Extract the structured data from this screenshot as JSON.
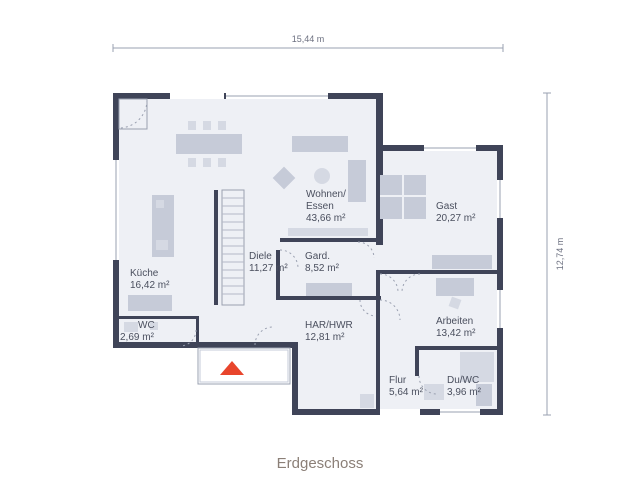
{
  "plan": {
    "width_dimension": "15,44 m",
    "height_dimension": "12,74 m",
    "floor_name": "Erdgeschoss",
    "rooms": [
      {
        "id": "wohnen",
        "name": "Wohnen/",
        "name2": "Essen",
        "area": "43,66 m²"
      },
      {
        "id": "gast",
        "name": "Gast",
        "area": "20,27 m²"
      },
      {
        "id": "diele",
        "name": "Diele",
        "area": "11,27 m²"
      },
      {
        "id": "gard",
        "name": "Gard.",
        "area": "8,52 m²"
      },
      {
        "id": "kueche",
        "name": "Küche",
        "area": "16,42 m²"
      },
      {
        "id": "arbeiten",
        "name": "Arbeiten",
        "area": "13,42 m²"
      },
      {
        "id": "wc",
        "name": "WC",
        "area": "2,69 m²"
      },
      {
        "id": "har",
        "name": "HAR/HWR",
        "area": "12,81 m²"
      },
      {
        "id": "flur",
        "name": "Flur",
        "area": "5,64 m²"
      },
      {
        "id": "duwc",
        "name": "Du/WC",
        "area": "3,96 m²"
      }
    ],
    "colors": {
      "wall": "#3f4458",
      "floor": "#eef0f5",
      "furniture": "#c6cbd8",
      "entrance_arrow": "#e8452c",
      "caption": "#8b7f77"
    },
    "icons": [
      "entrance-arrow-icon"
    ]
  }
}
